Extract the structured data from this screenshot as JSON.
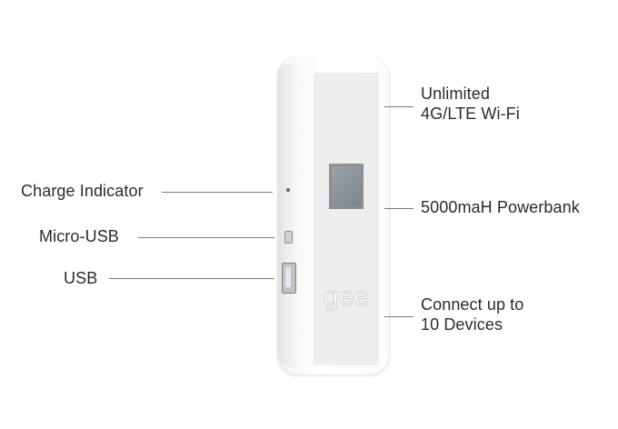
{
  "callouts": {
    "charge_indicator": "Charge Indicator",
    "micro_usb": "Micro-USB",
    "usb": "USB",
    "wifi_line1": "Unlimited",
    "wifi_line2": "4G/LTE Wi-Fi",
    "powerbank": "5000maH Powerbank",
    "devices_line1": "Connect up to",
    "devices_line2": "10 Devices"
  },
  "device": {
    "logo_text": "gee",
    "body_color": "#f7f8f9",
    "screen_color": "#8a939b",
    "leader_color": "#7a7a7a"
  }
}
